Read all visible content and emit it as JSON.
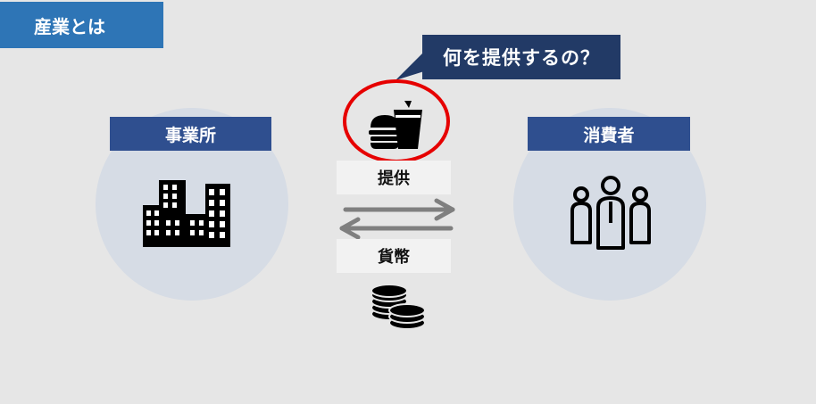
{
  "title": "産業とは",
  "question": "何を提供するの？",
  "left": {
    "label": "事業所",
    "icon": "buildings-icon"
  },
  "right": {
    "label": "消費者",
    "icon": "people-group-icon"
  },
  "center": {
    "provide_label": "提供",
    "currency_label": "貨幣",
    "product_icon": "fast-food-icon",
    "money_icon": "coins-icon",
    "highlight_color": "#e60000"
  },
  "colors": {
    "title_bg": "#2e75b6",
    "label_bg": "#2f4f8f",
    "question_bg": "#223a66",
    "circle": "#d6dce5"
  }
}
